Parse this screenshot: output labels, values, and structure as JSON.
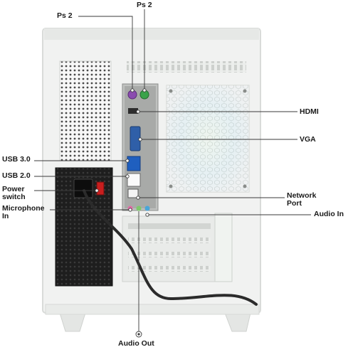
{
  "labels": {
    "ps2_left": "Ps 2",
    "ps2_right": "Ps 2",
    "hdmi": "HDMI",
    "vga": "VGA",
    "usb3": "USB 3.0",
    "usb2": "USB 2.0",
    "power_switch": "Power\nswitch",
    "microphone_in": "Microphone\nIn",
    "network_port": "Network\nPort",
    "audio_in": "Audio In",
    "audio_out": "Audio Out"
  },
  "colors": {
    "case_body": "#f1f2f1",
    "case_shadow": "#d9dbd9",
    "psu": "#1e1e1e",
    "io_plate": "#a8aaa8",
    "fan_glow": "#cfe9f4",
    "leader_line": "#3a3a3a",
    "ps2_keyboard": "#8b4bb0",
    "ps2_mouse": "#3aa34a",
    "cable": "#2b2b2b",
    "power_switch": "#c81e1e"
  }
}
